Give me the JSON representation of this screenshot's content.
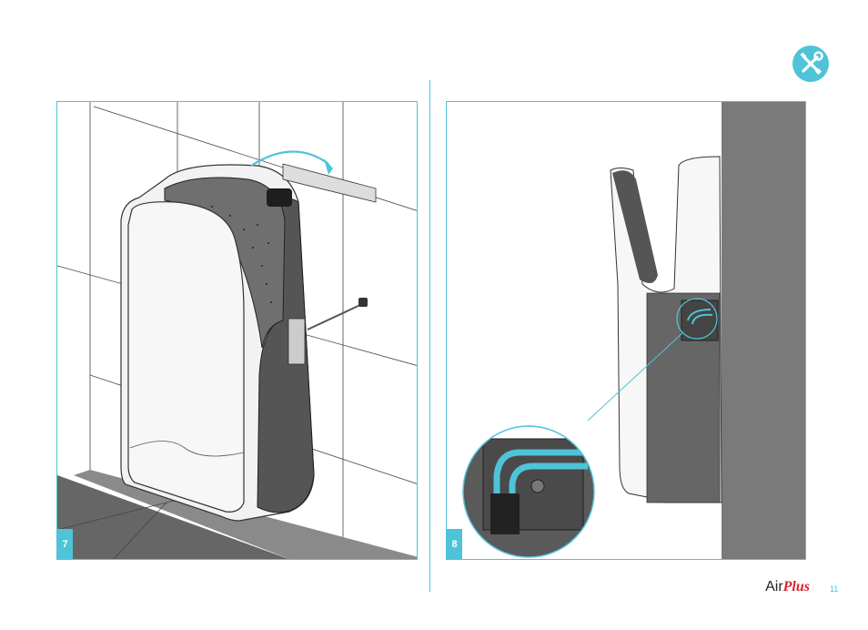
{
  "header": {
    "icon": "tools-icon",
    "accent_color": "#4fc3d8"
  },
  "steps": [
    {
      "number": "7"
    },
    {
      "number": "8"
    }
  ],
  "footer": {
    "brand_air": "Air",
    "brand_plus": "Plus",
    "brand_plus_color": "#d9232e",
    "page_number": "11"
  }
}
